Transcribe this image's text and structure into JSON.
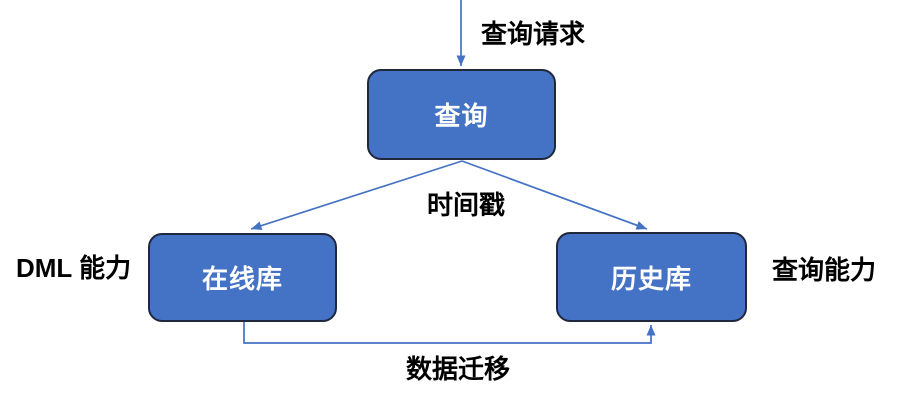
{
  "diagram": {
    "nodes": [
      {
        "id": "query",
        "label": "查询"
      },
      {
        "id": "online-db",
        "label": "在线库"
      },
      {
        "id": "history-db",
        "label": "历史库"
      }
    ],
    "labels": {
      "query_request": "查询请求",
      "timestamp": "时间戳",
      "data_migration": "数据迁移",
      "dml_capability": "DML 能力",
      "query_capability": "查询能力"
    },
    "colors": {
      "node_fill": "#4472C4",
      "node_border": "#20283E",
      "node_text": "#FFFFFF",
      "connector": "#4472C4",
      "label_text": "#000000",
      "background": "#FFFFFF"
    }
  }
}
